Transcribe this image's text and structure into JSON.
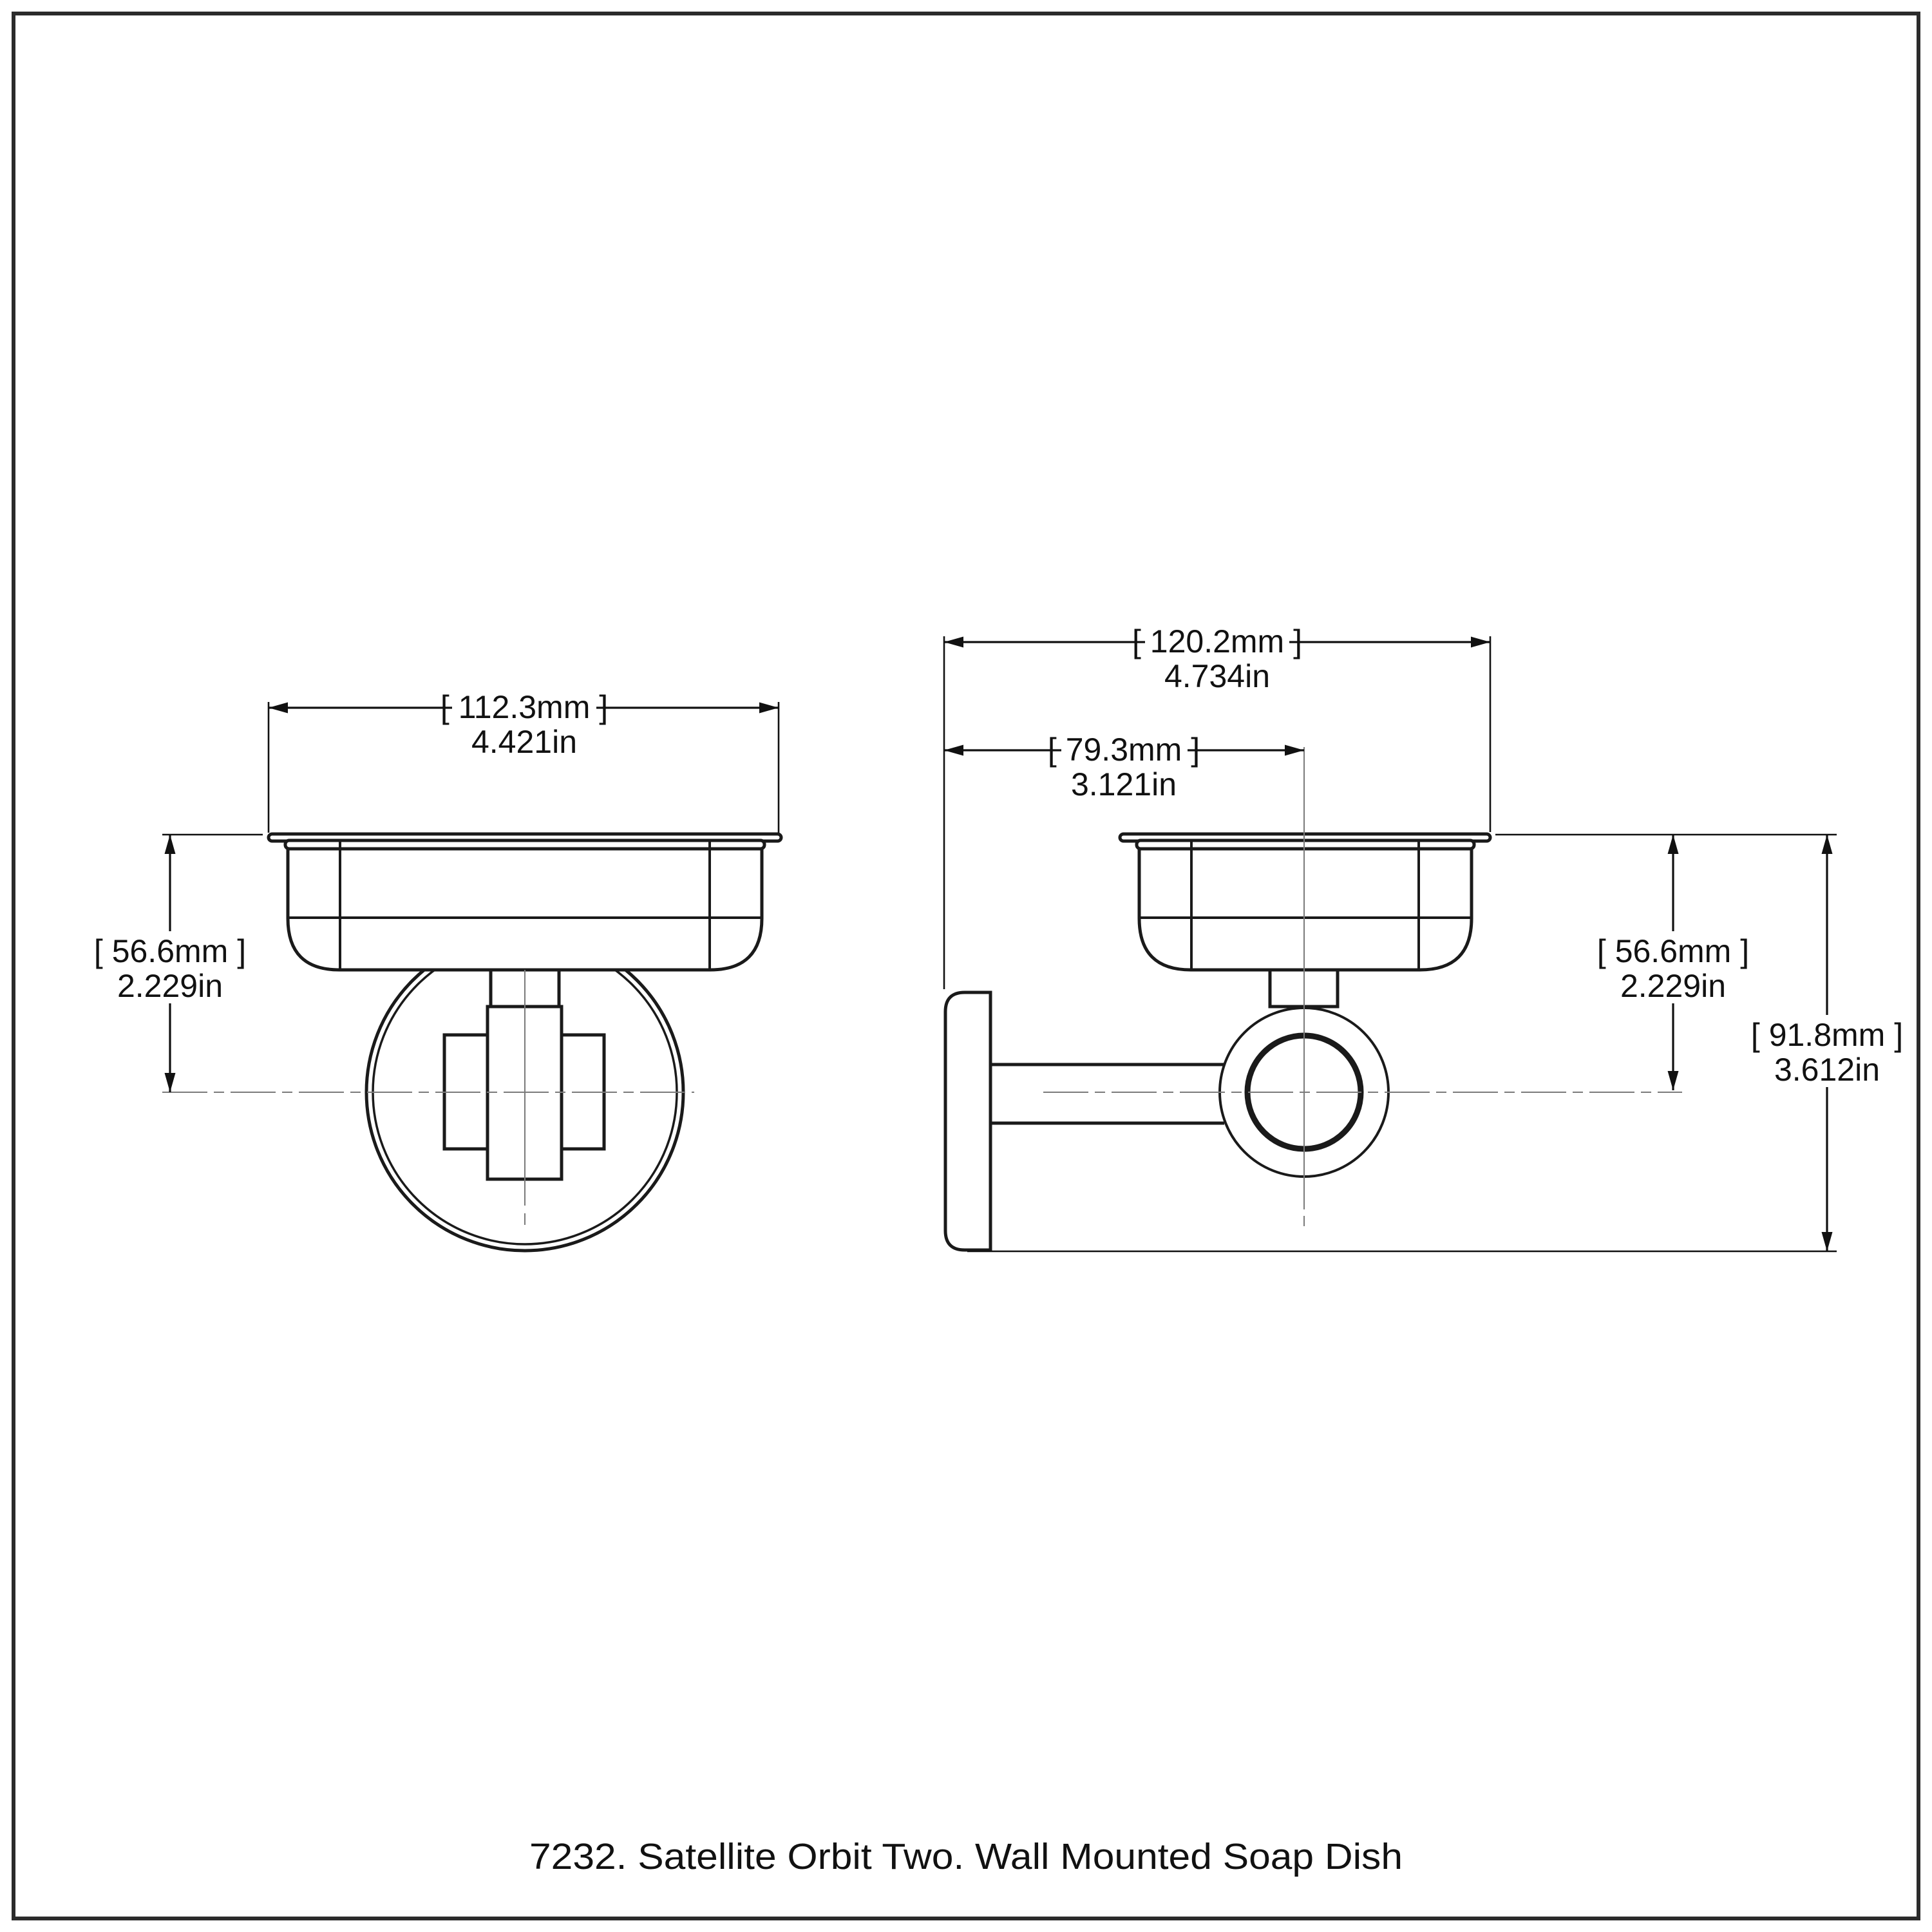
{
  "page": {
    "background": "#ffffff",
    "border_color": "#2b2b2b",
    "line_color": "#1a1a1a"
  },
  "caption": "7232. Satellite Orbit Two. Wall Mounted Soap Dish",
  "views": {
    "front": {
      "title": "front-elevation-of-soap-dish",
      "dimensions": {
        "width": {
          "mm": "[ 112.3mm ]",
          "inches": "4.421in"
        },
        "height": {
          "mm": "[ 56.6mm ]",
          "inches": "2.229in"
        }
      }
    },
    "side": {
      "title": "side-elevation-of-soap-dish",
      "dimensions": {
        "overall_depth": {
          "mm": "[ 120.2mm ]",
          "inches": "4.734in"
        },
        "dish_depth": {
          "mm": "[ 79.3mm ]",
          "inches": "3.121in"
        },
        "dish_height": {
          "mm": "[ 56.6mm ]",
          "inches": "2.229in"
        },
        "overall_height": {
          "mm": "[ 91.8mm ]",
          "inches": "3.612in"
        }
      }
    }
  }
}
